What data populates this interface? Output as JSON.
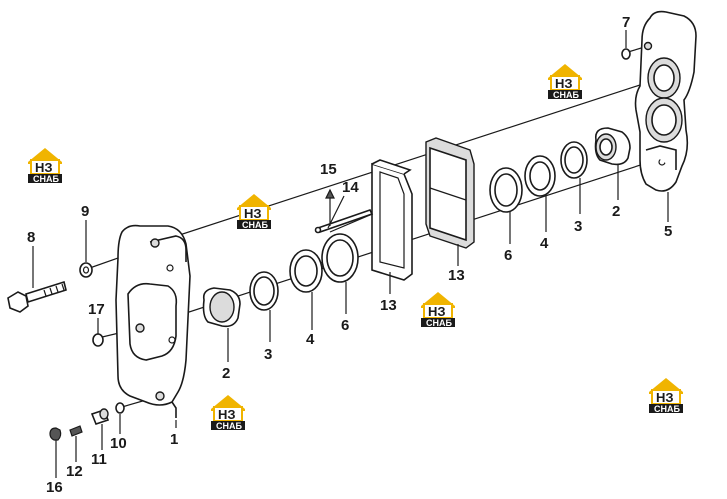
{
  "diagram": {
    "callouts": [
      {
        "id": "c1",
        "label": "1"
      },
      {
        "id": "c2a",
        "label": "2"
      },
      {
        "id": "c2b",
        "label": "2"
      },
      {
        "id": "c3a",
        "label": "3"
      },
      {
        "id": "c3b",
        "label": "3"
      },
      {
        "id": "c4a",
        "label": "4"
      },
      {
        "id": "c4b",
        "label": "4"
      },
      {
        "id": "c5",
        "label": "5"
      },
      {
        "id": "c6a",
        "label": "6"
      },
      {
        "id": "c6b",
        "label": "6"
      },
      {
        "id": "c7",
        "label": "7"
      },
      {
        "id": "c8",
        "label": "8"
      },
      {
        "id": "c9",
        "label": "9"
      },
      {
        "id": "c10",
        "label": "10"
      },
      {
        "id": "c11",
        "label": "11"
      },
      {
        "id": "c12",
        "label": "12"
      },
      {
        "id": "c13a",
        "label": "13"
      },
      {
        "id": "c13b",
        "label": "13"
      },
      {
        "id": "c14",
        "label": "14"
      },
      {
        "id": "c15",
        "label": "15"
      },
      {
        "id": "c16",
        "label": "16"
      },
      {
        "id": "c17",
        "label": "17"
      }
    ],
    "watermark": {
      "letters": "НЗ",
      "caption": "СНАБ",
      "accent_color": "#f0b400"
    }
  }
}
